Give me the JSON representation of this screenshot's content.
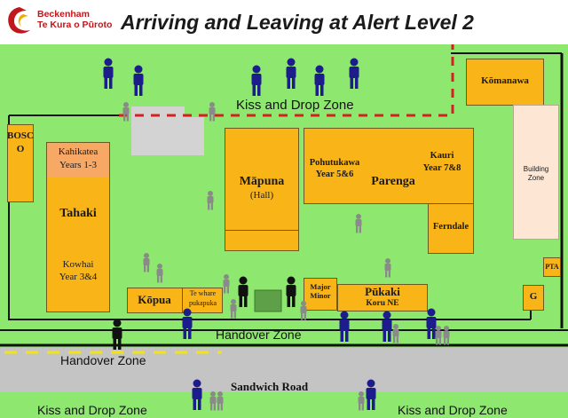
{
  "title": "Arriving and Leaving at Alert Level 2",
  "logo": {
    "line1": "Beckenham",
    "line2": "Te Kura o Pūroto",
    "colors": {
      "brand": "#c0171c"
    }
  },
  "zones": {
    "kiss_drop_top": "Kiss and Drop Zone",
    "handover_inner": "Handover Zone",
    "handover_road": "Handover Zone",
    "road": "Sandwich Road",
    "kiss_drop_bottom_left": "Kiss and Drop Zone",
    "kiss_drop_bottom_right": "Kiss and Drop Zone"
  },
  "buildings": {
    "bosco": "BOSCO",
    "kahikatea": "Kahikatea",
    "kahikatea_years": "Years 1-3",
    "tahaki": "Tahaki",
    "kowhai": "Kowhai",
    "kowhai_years": "Year 3&4",
    "mapuna": "Māpuna",
    "mapuna_sub": "(Hall)",
    "pohutukawa": "Pohutukawa",
    "pohutukawa_years": "Year 5&6",
    "parenga": "Parenga",
    "kauri": "Kauri",
    "kauri_years": "Year 7&8",
    "ferndale": "Ferndale",
    "komanawa": "Kōmanawa",
    "building_zone1": "Building",
    "building_zone2": "Zone",
    "pta": "PTA",
    "g": "G",
    "kopua": "Kōpua",
    "te_whare1": "Te whare",
    "te_whare2": "pukapuka",
    "major_minor1": "Major",
    "major_minor2": "Minor",
    "pukaki": "Pūkaki",
    "koru": "Koru NE"
  },
  "colors": {
    "grass": "#8ee870",
    "building": "#f9b418",
    "road": "#c4c4c4",
    "red_boundary": "#d42020",
    "yellow_line": "#f2e317",
    "adult": "#1c1c8c",
    "child": "#8a8a8a"
  }
}
